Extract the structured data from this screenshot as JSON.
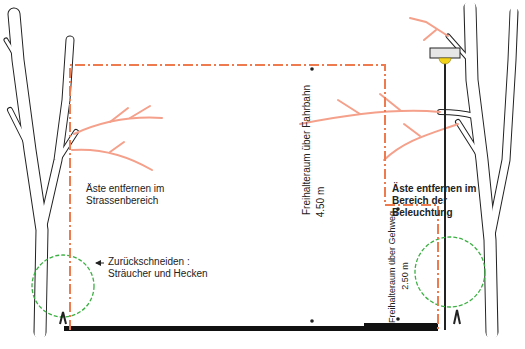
{
  "diagram": {
    "labels": [
      "Äste entfernen im Strassenbereich",
      "Zurückschneiden : Sträucher und Hecken",
      "Freihalteraum über Fahrbahn",
      "4.50 m",
      "Äste entfernen im Bereich der Beleuchtung",
      "Freihalteraum über Gehweg",
      "2.50 m"
    ]
  }
}
